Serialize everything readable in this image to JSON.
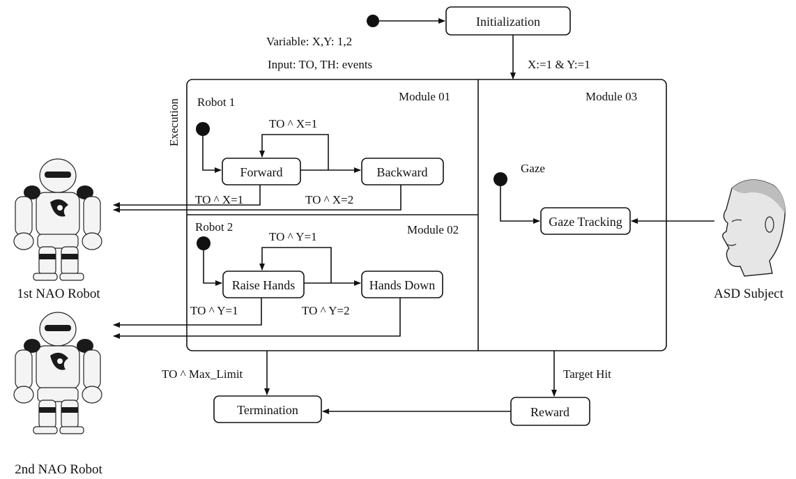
{
  "diagram": {
    "states": {
      "initialization": "Initialization",
      "forward": "Forward",
      "backward": "Backward",
      "raise_hands": "Raise Hands",
      "hands_down": "Hands Down",
      "gaze_tracking": "Gaze Tracking",
      "termination": "Termination",
      "reward": "Reward"
    },
    "labels": {
      "variables": "Variable: X,Y: 1,2",
      "inputs": "Input: TO, TH: events",
      "init_transition": "X:=1 & Y:=1",
      "execution": "Execution",
      "robot1": "Robot 1",
      "robot2": "Robot 2",
      "gaze": "Gaze",
      "module01": "Module 01",
      "module02": "Module 02",
      "module03": "Module 03",
      "loop_x1": "TO ^ X=1",
      "out_x1": "TO ^ X=1",
      "out_x2": "TO ^ X=2",
      "loop_y1": "TO ^ Y=1",
      "out_y1": "TO ^ Y=1",
      "out_y2": "TO ^ Y=2",
      "max_limit": "TO ^ Max_Limit",
      "target_hit": "Target Hit"
    },
    "captions": {
      "robot1": "1st NAO Robot",
      "robot2": "2nd NAO Robot",
      "subject": "ASD Subject"
    }
  }
}
